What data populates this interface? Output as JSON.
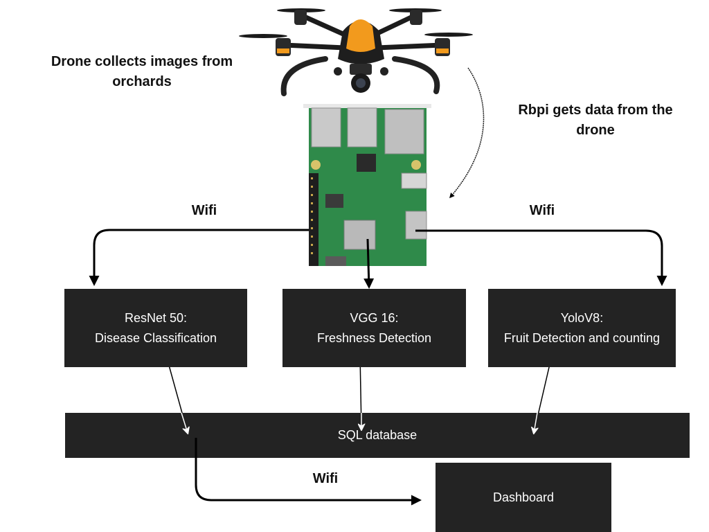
{
  "captions": {
    "drone": [
      "Drone collects  images  from",
      "orchards"
    ],
    "rbpi": [
      "Rbpi  gets data from the",
      "drone"
    ],
    "wifi_left": "Wifi",
    "wifi_right": "Wifi",
    "wifi_bottom": "Wifi"
  },
  "models": [
    {
      "name": "ResNet 50:",
      "task": "Disease Classification"
    },
    {
      "name": "VGG 16:",
      "task": "Freshness Detection"
    },
    {
      "name": "YoloV8:",
      "task": "Fruit Detection and counting"
    }
  ],
  "database": {
    "label": "SQL database"
  },
  "dashboard": {
    "label": "Dashboard"
  },
  "colors": {
    "box": "#232323",
    "box_text": "#ffffff",
    "board": "#2f8a4a",
    "drone_accent": "#f29a1d"
  },
  "images": [
    "drone-photo",
    "raspberry-pi-photo"
  ]
}
